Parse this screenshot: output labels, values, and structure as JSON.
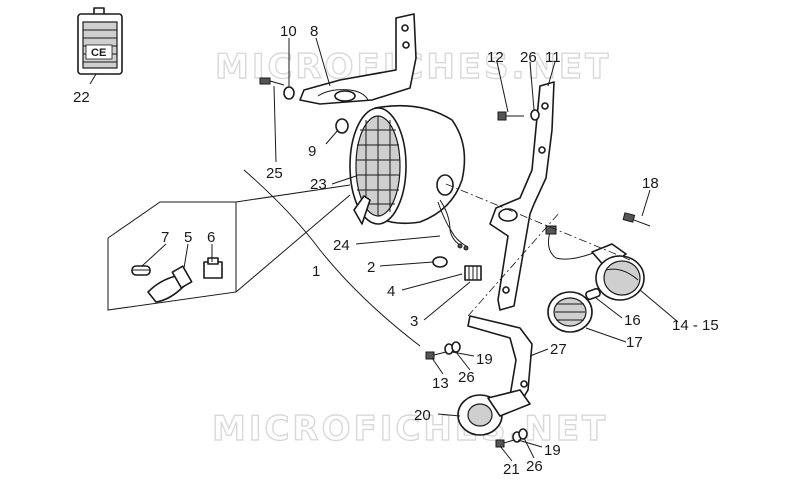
{
  "watermark": {
    "text_top": "MICROFICHES.NET",
    "text_bottom": "MICROFICHES.NET"
  },
  "callouts": {
    "c1": "1",
    "c2": "2",
    "c3": "3",
    "c4": "4",
    "c5": "5",
    "c6": "6",
    "c7": "7",
    "c8": "8",
    "c9": "9",
    "c10": "10",
    "c11": "11",
    "c12": "12",
    "c13": "13",
    "c14_15": "14 - 15",
    "c16": "16",
    "c17": "17",
    "c18": "18",
    "c19a": "19",
    "c19b": "19",
    "c20": "20",
    "c21": "21",
    "c22": "22",
    "c23": "23",
    "c24": "24",
    "c25": "25",
    "c26a": "26",
    "c26b": "26",
    "c26c": "26",
    "c27": "27"
  },
  "reflector_mark": "CE"
}
